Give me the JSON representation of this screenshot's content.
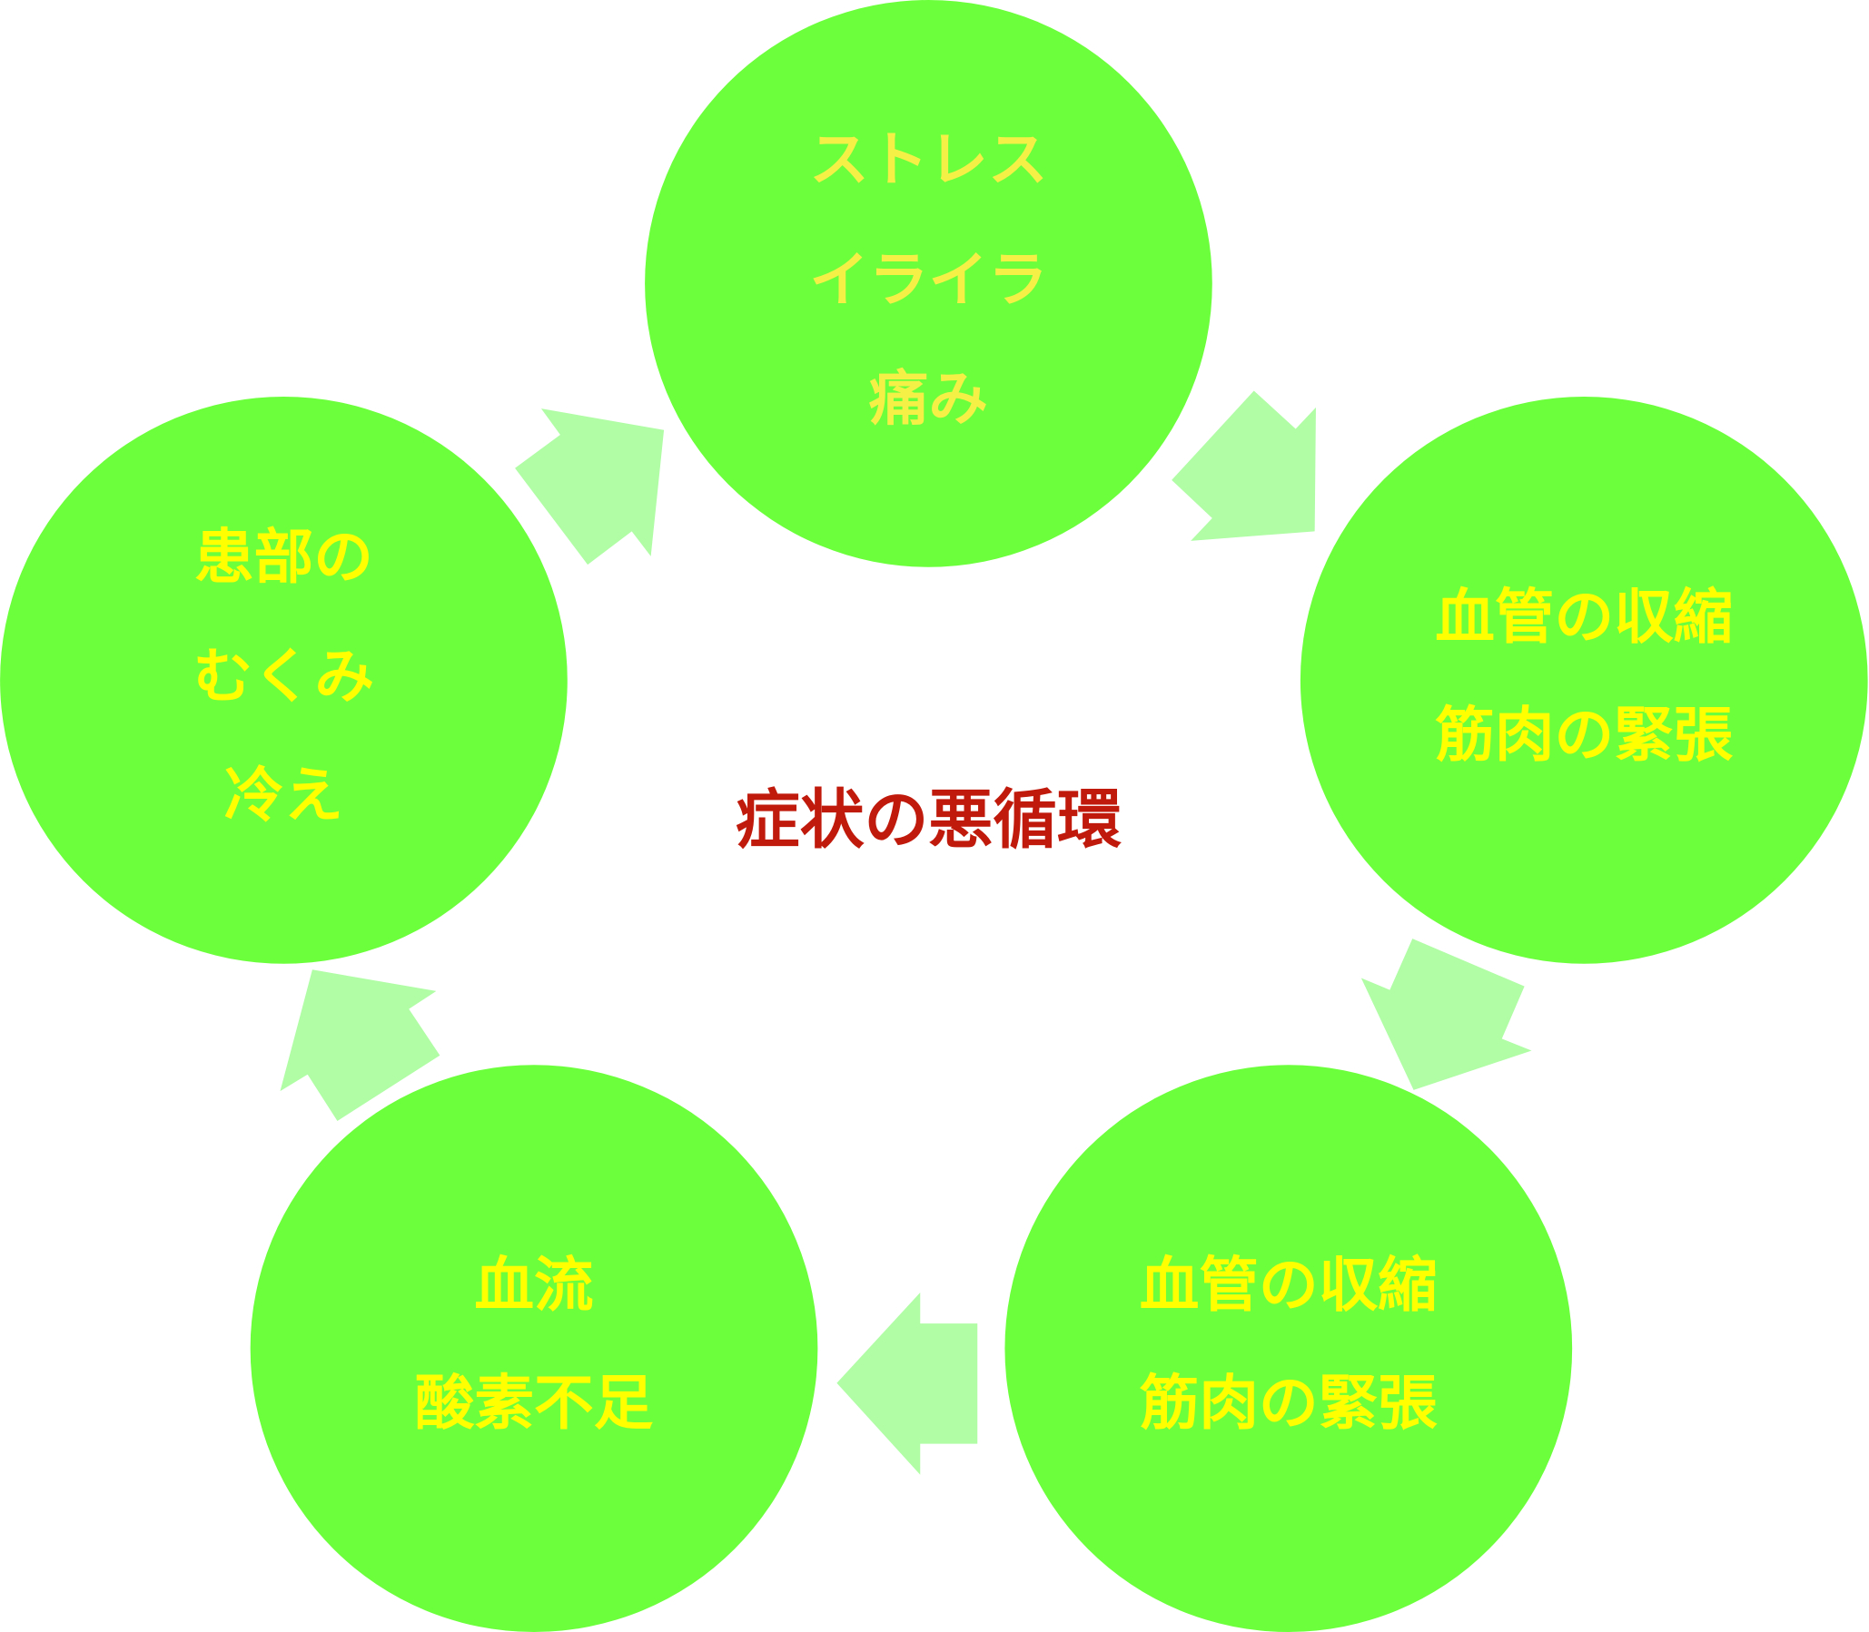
{
  "title": "症状の悪循環",
  "nodes": [
    {
      "lines": [
        "ストレス",
        "イライラ",
        "痛み"
      ]
    },
    {
      "lines": [
        "血管の収縮",
        "筋肉の緊張"
      ]
    },
    {
      "lines": [
        "血管の収縮",
        "筋肉の緊張"
      ]
    },
    {
      "lines": [
        "血流",
        "酸素不足"
      ]
    },
    {
      "lines": [
        "患部の",
        "むくみ",
        "冷え"
      ]
    }
  ],
  "colors": {
    "circle": "#6cff3c",
    "arrow": "#b0fda6",
    "node_text": "#ffff00",
    "node_text_top": "#f5f046",
    "title": "#c01a0c"
  }
}
